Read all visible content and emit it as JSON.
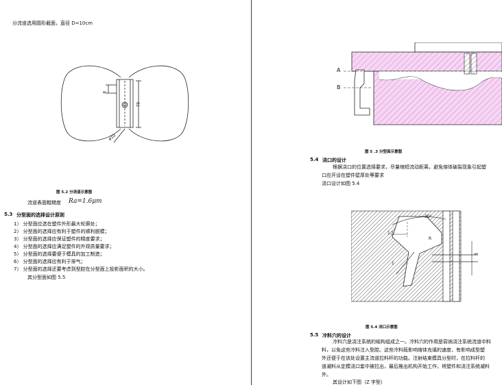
{
  "left_page": {
    "intro_line": "分流道选用圆形截面，直径 D=10cm",
    "fig_runner": {
      "caption": "图 5.2     分流道示意图",
      "dim_6": "6",
      "dim_70": "70",
      "dim_dia": "ø10"
    },
    "roughness_label": "流道表面粗糙度",
    "roughness_formula": "Ra=1.6μm",
    "section_53": {
      "number": "5.3",
      "title": "分型面的选择设计原则",
      "items": [
        "1） 分型面应选在塑件外形最大轮廓处；",
        "2） 分型面的选择应有利于塑件的顺利脱模；",
        "3） 分型面的选择应保证塑件的精度要求；",
        "4） 分型面的选择应满足塑件的外观质量要求；",
        "5） 分型面的选择要便于模具的加工制造；",
        "6） 分型面的选择应有利于排气；",
        "7） 分型面的选择还要考虑到型腔在分型面上投影面积的大小。"
      ],
      "closing": "其分型面如图 5.5"
    }
  },
  "right_page": {
    "fig_parting": {
      "caption": "图 5 .3     分型面示意图",
      "label_a": "A",
      "label_b": "B"
    },
    "section_54": {
      "number": "5.4",
      "title": "浇口的设计",
      "para_line1": "根据浇口的位置选择要求，尽量缩短流动距离，避免熔体破裂现象引起塑",
      "para_line2": "口应开设在塑件壁厚处等要求",
      "para_line3": "浇口设计如图 5.4"
    },
    "fig_gate": {
      "caption": "图 5.4     浇口示意图",
      "dim_30": "30°",
      "dim_15": "1.5",
      "dim_r": "R",
      "dim_5": "5",
      "dim_1": "1"
    },
    "section_55": {
      "number": "5.5",
      "title": "冷料穴的设计",
      "lines": [
        "冷料穴是浇注系统的结构组成之一。冷料穴的作用是容纳浇注系统流道中料",
        "料，以免这些冷料注入型腔。这些冷料既影响熔体充填的速度，有影响成型塑",
        "外还便于在该处设置主流道拉料杆的功能。注射结束模具分型时，在拉料杆的",
        "道凝料从定模浇口套中被拉出，最后推出机构开始工作，将塑件和浇注系统凝料",
        "外。"
      ],
      "closing": "其设计如下图（Z 字型）"
    }
  }
}
